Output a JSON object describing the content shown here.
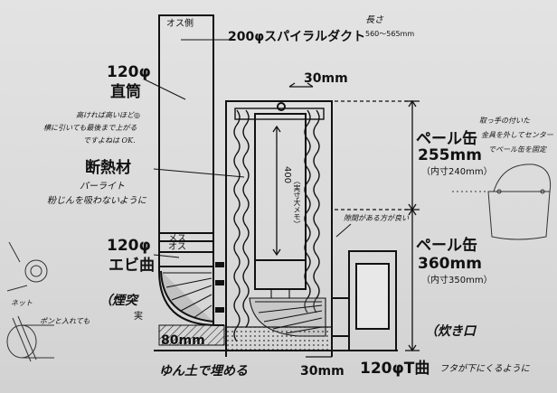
{
  "labels": {
    "osu_top": "オス側",
    "duct": "200φスパイラルダクト",
    "length_label": "長さ",
    "length_value": "560～565mm",
    "pipe_120": "120φ",
    "straight": "直筒",
    "note_straight_1": "高ければ高いほど◎",
    "note_straight_2": "横に引いても最後まで上がる",
    "note_straight_3": "ですよねは OK.",
    "insulation": "断熱材",
    "perlite": "パーライト",
    "perlite_note": "粉じんを吸わないように",
    "mesu": "メス",
    "osu": "オス",
    "elbow_size": "120φ",
    "elbow": "エビ曲",
    "chimney": "（煙突",
    "chimney_2": "実",
    "dim_80": "80mm",
    "soil": "ゆん土で埋める",
    "dim_30_top": "30mm",
    "dim_30_bottom": "30mm",
    "t_pipe": "120φT曲",
    "t_note": "フタが下にくるように",
    "can1_title": "ペール缶",
    "can1_size": "255mm",
    "can1_inner": "（内寸240mm）",
    "can2_title": "ペール缶",
    "can2_size": "360mm",
    "can2_inner": "（内寸350mm）",
    "fire_port": "（炊き口",
    "inner_height": "400",
    "inner_note": "（実寸大メモ）",
    "gap_note": "隙間がある方が良い",
    "handle_note_1": "取っ手の付いた",
    "handle_note_2": "金具を外してセンター",
    "handle_note_3": "でペール缶を固定",
    "side_note": "ネット",
    "side_note_2": "ポンと入れても"
  },
  "colors": {
    "ink": "#111111",
    "paper": "#dcdcdc"
  }
}
